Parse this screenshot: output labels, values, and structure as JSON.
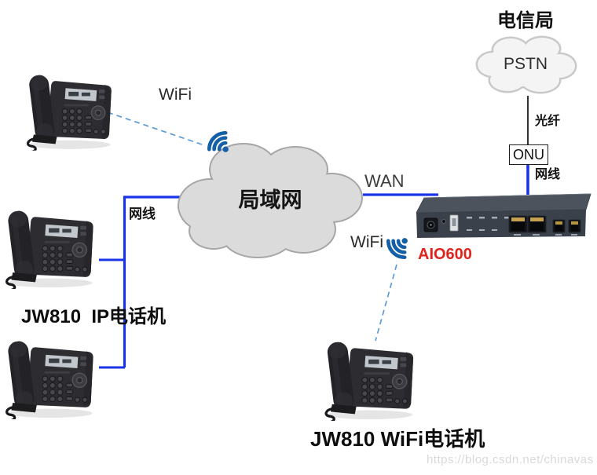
{
  "telecom": {
    "title": "电信局",
    "cloud": "PSTN",
    "fiber": "光纤",
    "onu": "ONU",
    "cable": "网线"
  },
  "lan": {
    "cloud": "局域网",
    "wan": "WAN",
    "cable": "网线",
    "wifi": "WiFi"
  },
  "gateway": {
    "wifi": "WiFi",
    "model": "AIO600"
  },
  "phones": {
    "ip_group": "JW810  IP电话机",
    "wifi_phone": "JW810 WiFi电话机"
  },
  "watermark": "https://blog.csdn.net/chinavas",
  "colors": {
    "cable_blue": "#1a35e8",
    "dash_blue": "#5d9bd6",
    "wifi_icon_blue": "#1460a8",
    "model_red": "#e0241b",
    "lan_cloud_fill": "#dbdbdb",
    "lan_cloud_edge": "#a6a6a6",
    "pstn_cloud_fill": "#f4f4f4",
    "pstn_cloud_edge": "#c9c9c9",
    "fiber_line_black": "#1c1c1c",
    "watermark_gray": "#d9d9d9"
  }
}
